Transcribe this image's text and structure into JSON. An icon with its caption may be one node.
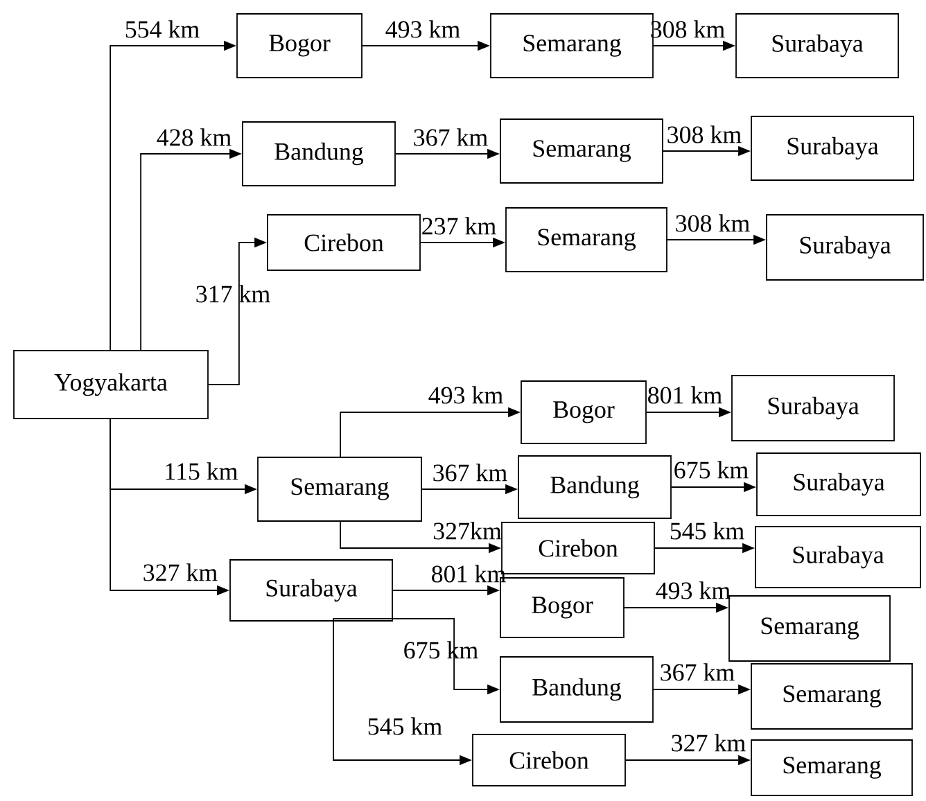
{
  "diagram": {
    "nodes": [
      {
        "text": [
          "Yogyakarta"
        ]
      },
      {
        "text": [
          "Bogor"
        ]
      },
      {
        "text": [
          "Semarang"
        ]
      },
      {
        "text": [
          "Surabaya"
        ]
      },
      {
        "text": [
          "Bandung"
        ]
      },
      {
        "text": [
          "Semarang"
        ]
      },
      {
        "text": [
          "Surabaya"
        ]
      },
      {
        "text": [
          "Cirebon"
        ]
      },
      {
        "text": [
          "Semarang"
        ]
      },
      {
        "text": [
          "Surabaya"
        ]
      },
      {
        "text": [
          "Semarang"
        ]
      },
      {
        "text": [
          "Bogor"
        ]
      },
      {
        "text": [
          "Surabaya"
        ]
      },
      {
        "text": [
          "Bandung"
        ]
      },
      {
        "text": [
          "Surabaya"
        ]
      },
      {
        "text": [
          "Cirebon"
        ]
      },
      {
        "text": [
          "Surabaya"
        ]
      },
      {
        "text": [
          "Surabaya"
        ]
      },
      {
        "text": [
          "Bogor"
        ]
      },
      {
        "text": [
          "Semarang"
        ]
      },
      {
        "text": [
          "Bandung"
        ]
      },
      {
        "text": [
          "Semarang"
        ]
      },
      {
        "text": [
          "Cirebon"
        ]
      },
      {
        "text": [
          "Semarang"
        ]
      }
    ],
    "edges": [
      {
        "from": 0,
        "to": 1,
        "arrow": "to",
        "label": "554 km"
      },
      {
        "from": 0,
        "to": 4,
        "arrow": "to",
        "label": "428 km"
      },
      {
        "from": 0,
        "to": 7,
        "arrow": "to",
        "label": "317 km"
      },
      {
        "from": 0,
        "to": 10,
        "arrow": "to",
        "label": "115 km"
      },
      {
        "from": 0,
        "to": 17,
        "arrow": "to",
        "label": "327 km"
      },
      {
        "from": 1,
        "to": 2,
        "arrow": "to",
        "label": "493 km"
      },
      {
        "from": 2,
        "to": 3,
        "arrow": "to",
        "label": "308 km"
      },
      {
        "from": 4,
        "to": 5,
        "arrow": "to",
        "label": "367 km"
      },
      {
        "from": 5,
        "to": 6,
        "arrow": "to",
        "label": "308 km"
      },
      {
        "from": 7,
        "to": 8,
        "arrow": "to",
        "label": "237 km"
      },
      {
        "from": 8,
        "to": 9,
        "arrow": "to",
        "label": "308 km"
      },
      {
        "from": 10,
        "to": 11,
        "arrow": "to",
        "label": "493 km"
      },
      {
        "from": 10,
        "to": 13,
        "arrow": "to",
        "label": "367 km"
      },
      {
        "from": 10,
        "to": 15,
        "arrow": "to",
        "label": "327km"
      },
      {
        "from": 11,
        "to": 12,
        "arrow": "to",
        "label": "801 km"
      },
      {
        "from": 13,
        "to": 14,
        "arrow": "to",
        "label": "675 km"
      },
      {
        "from": 15,
        "to": 16,
        "arrow": "to",
        "label": "545 km"
      },
      {
        "from": 17,
        "to": 18,
        "arrow": "to",
        "label": "801 km"
      },
      {
        "from": 17,
        "to": 20,
        "arrow": "to",
        "label": "675 km"
      },
      {
        "from": 17,
        "to": 22,
        "arrow": "to",
        "label": "545 km"
      },
      {
        "from": 18,
        "to": 19,
        "arrow": "to",
        "label": "493 km"
      },
      {
        "from": 20,
        "to": 21,
        "arrow": "to",
        "label": "367 km"
      },
      {
        "from": 22,
        "to": 23,
        "arrow": "to",
        "label": "327 km"
      }
    ]
  }
}
